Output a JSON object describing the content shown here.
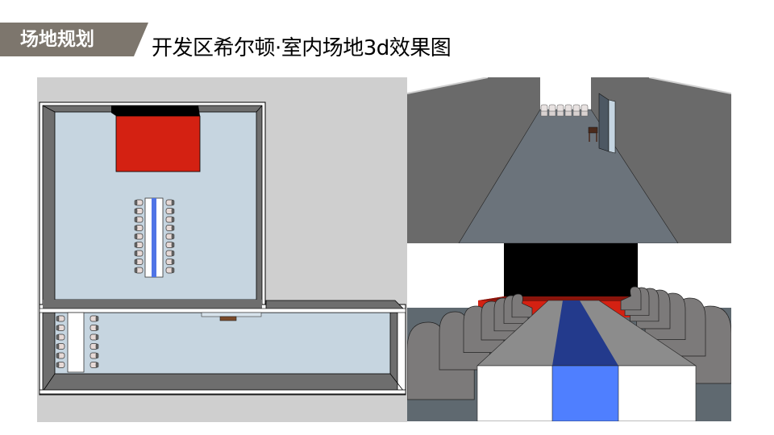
{
  "header": {
    "section_tag": "场地规划",
    "title": "开发区希尔顿·室内场地3d效果图",
    "tag_color": "#7d766d"
  },
  "panels": {
    "floor_plan": {
      "label": "top-down floor plan",
      "colors": {
        "background": "#cfcfcf",
        "floor": "#c6d5e0",
        "wall": "#6e6e6e",
        "stage": "#d42112",
        "screen": "#000000",
        "table_runner": "#4f74e6"
      },
      "long_table_chairs_per_side": 9,
      "side_table_chairs_per_side": 6
    },
    "view_corridor": {
      "label": "3d perspective of long hall",
      "chairs_in_back_row": 6,
      "colors": {
        "wall": "#6a6a6a",
        "floor": "#6b737b",
        "panel": "#c5d5e1"
      }
    },
    "view_table": {
      "label": "3d perspective of conference table facing stage",
      "colors": {
        "screen": "#000000",
        "stage": "#d42112",
        "table_top": "#8c8c8c",
        "runner_top": "#233a8c",
        "runner_front": "#4f7fff",
        "table_front": "#ffffff",
        "chair": "#7a7878"
      }
    }
  }
}
